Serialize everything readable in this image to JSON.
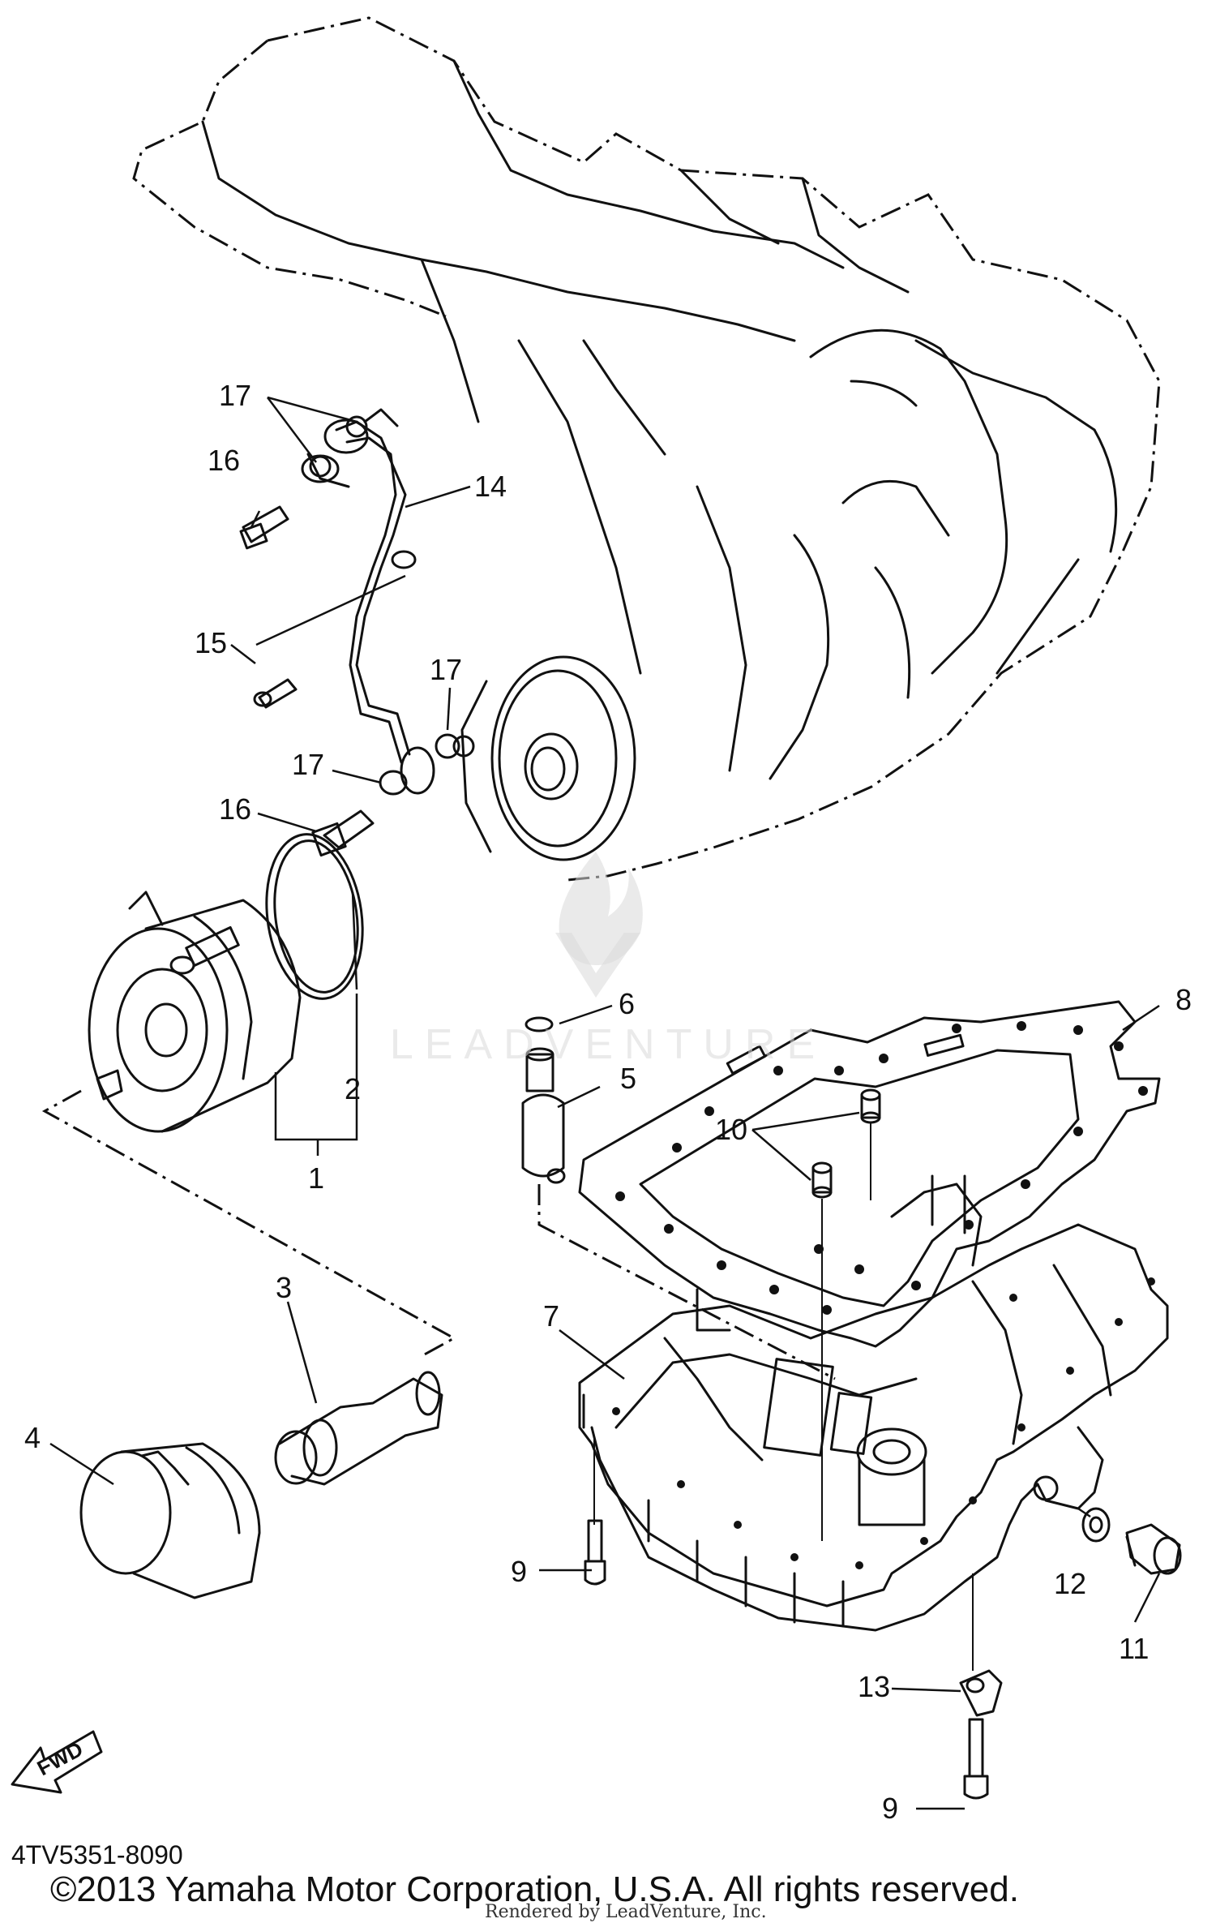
{
  "callouts": {
    "c1": "1",
    "c2": "2",
    "c3": "3",
    "c4": "4",
    "c5": "5",
    "c6": "6",
    "c7": "7",
    "c8": "8",
    "c9a": "9",
    "c9b": "9",
    "c10": "10",
    "c11": "11",
    "c12": "12",
    "c13": "13",
    "c14": "14",
    "c15": "15",
    "c16a": "16",
    "c16b": "16",
    "c17a": "17",
    "c17b": "17",
    "c17c": "17"
  },
  "fwd_label": "FWD",
  "watermark": "LEADVENTURE",
  "part_number": "4TV5351-8090",
  "copyright": "©2013 Yamaha Motor Corporation, U.S.A. All rights reserved.",
  "rendered_by": "Rendered by LeadVenture, Inc."
}
